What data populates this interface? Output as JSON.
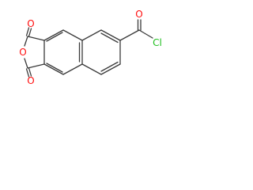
{
  "structure": {
    "atoms": {
      "o_top": "O",
      "o_ring": "O",
      "o_bottom": "O",
      "o_acyl": "O",
      "cl": "Cl"
    },
    "colors": {
      "bond": "#3a3a3a",
      "oxygen": "#ff0d0d",
      "chlorine": "#1fbf1f"
    }
  }
}
